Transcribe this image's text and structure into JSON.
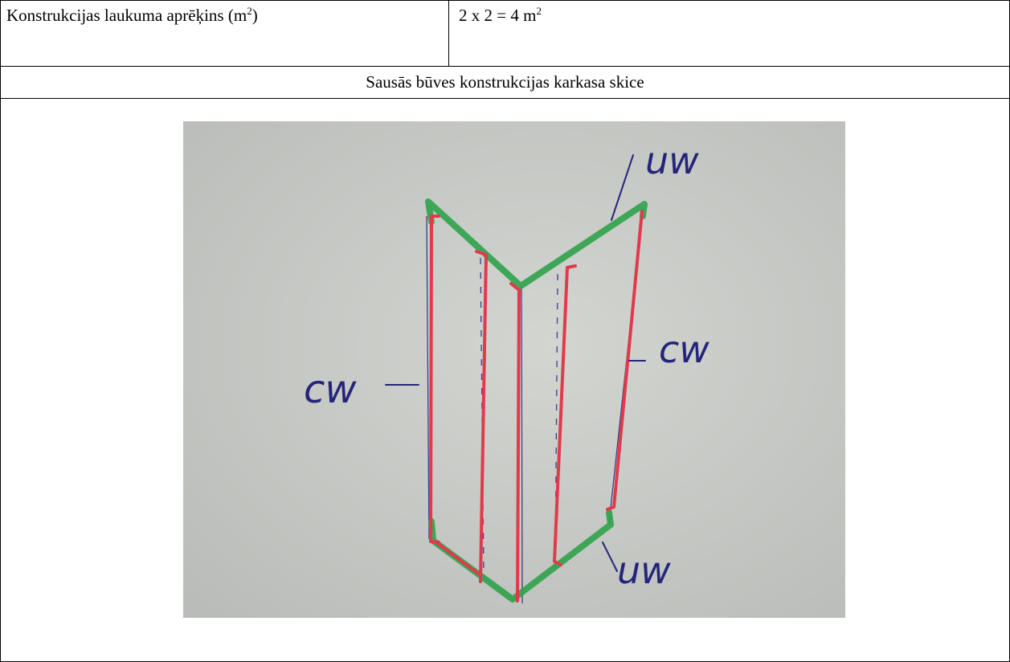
{
  "row1": {
    "label": "Konstrukcijas laukuma aprēķins (m",
    "label_sup": "2",
    "label_end": ")",
    "value": "2 x 2 = 4 m",
    "value_sup": "2"
  },
  "row2": {
    "heading": "Sausās būves konstrukcijas karkasa skice"
  },
  "sketch": {
    "labels": {
      "top_right": "uw",
      "left": "cw",
      "right": "cw",
      "bottom_right": "uw"
    },
    "colors": {
      "background": "#c8cbc7",
      "green_marker": "#2fa24a",
      "red_marker": "#e03a4c",
      "blue_pen": "#24257a"
    }
  }
}
